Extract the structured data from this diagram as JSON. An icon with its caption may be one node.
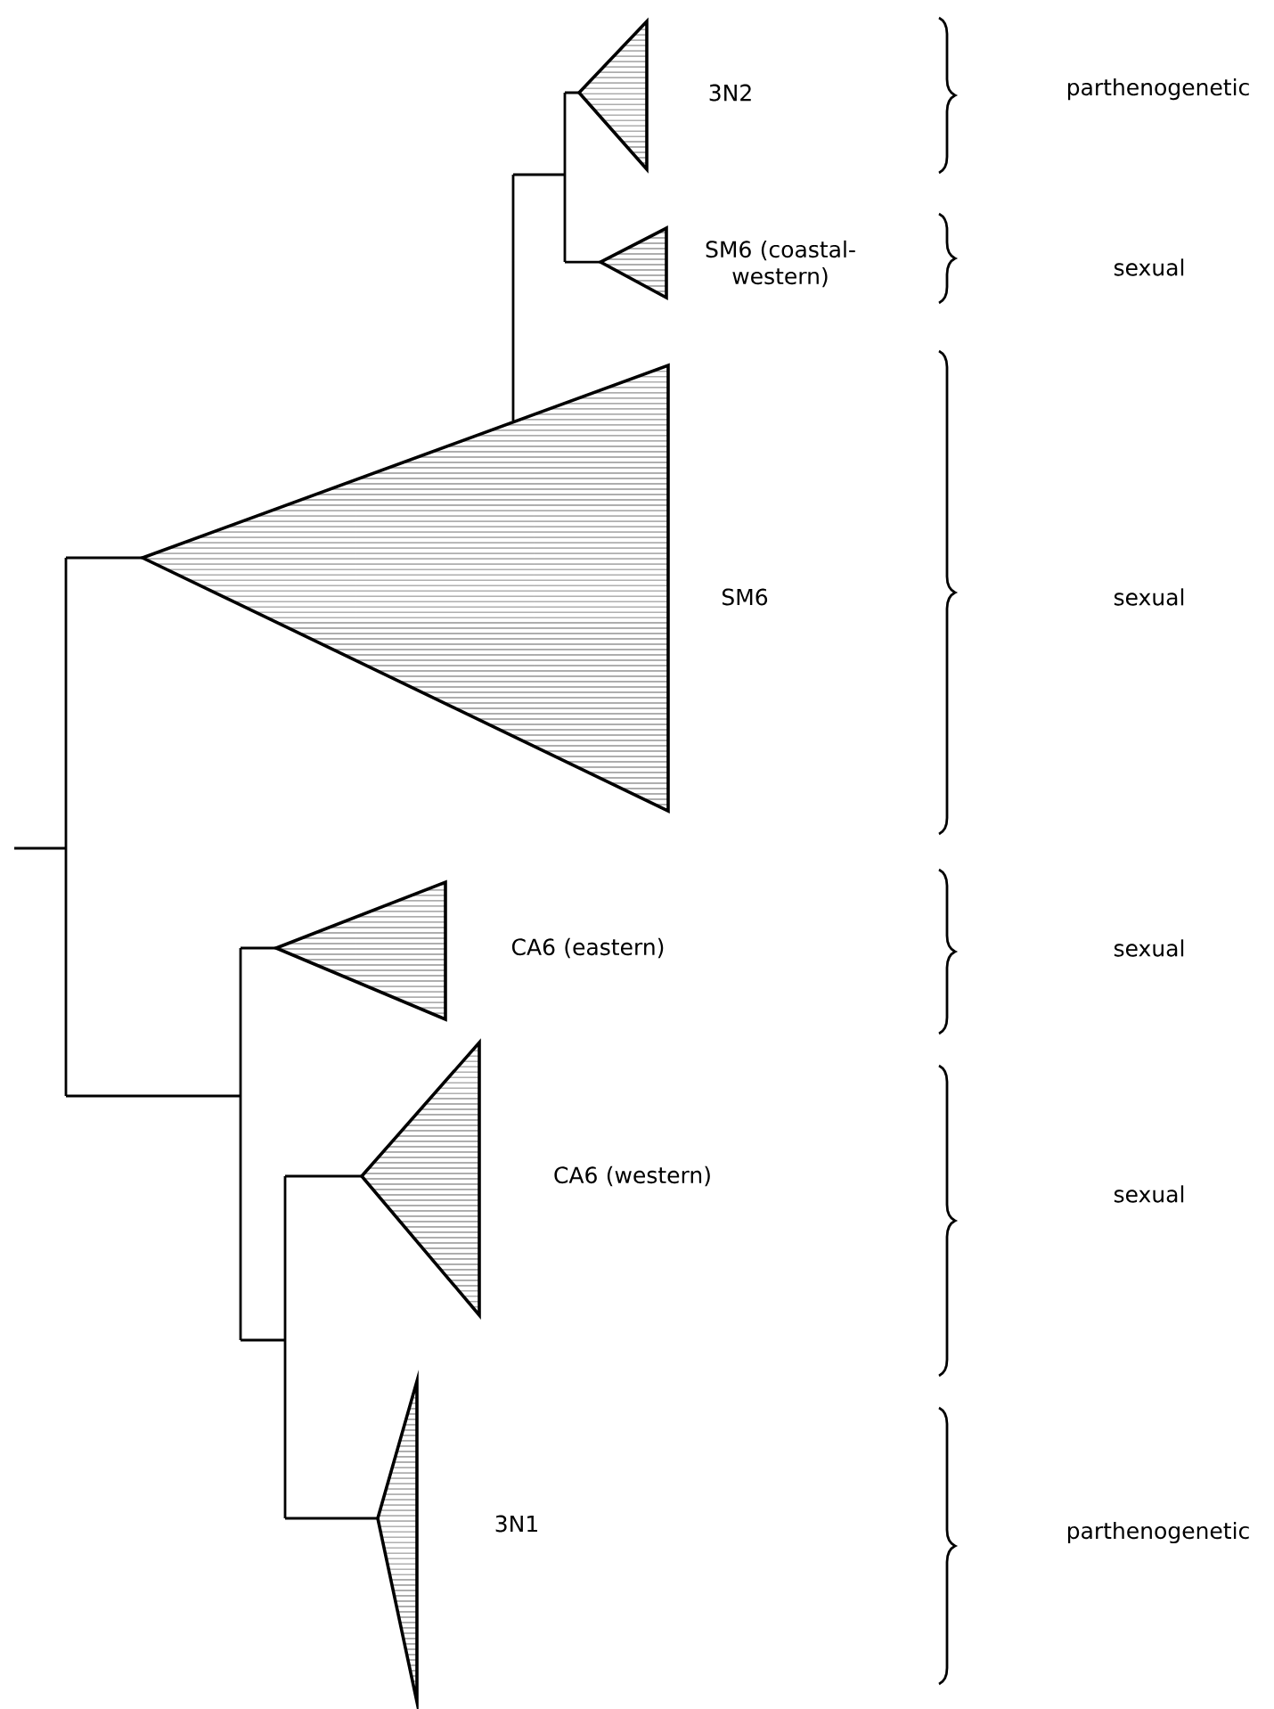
{
  "diagram": {
    "nodes": [
      {
        "text": [],
        "shape": "triangle",
        "beside": [
          "3N2"
        ]
      },
      {
        "text": [],
        "shape": "triangle",
        "beside": [
          "SM6 (coastal-western)"
        ]
      },
      {
        "text": [],
        "shape": "triangle",
        "beside": [
          "SM6"
        ]
      },
      {
        "text": [],
        "shape": "triangle",
        "beside": [
          "CA6 (eastern)"
        ]
      },
      {
        "text": [],
        "shape": "triangle",
        "beside": [
          "CA6 (western)"
        ]
      },
      {
        "text": [],
        "shape": "triangle",
        "beside": [
          "3N1"
        ]
      }
    ],
    "labels": [
      "parthenogenetic",
      "sexual",
      "sexual",
      "sexual",
      "sexual",
      "parthenogenetic"
    ]
  }
}
